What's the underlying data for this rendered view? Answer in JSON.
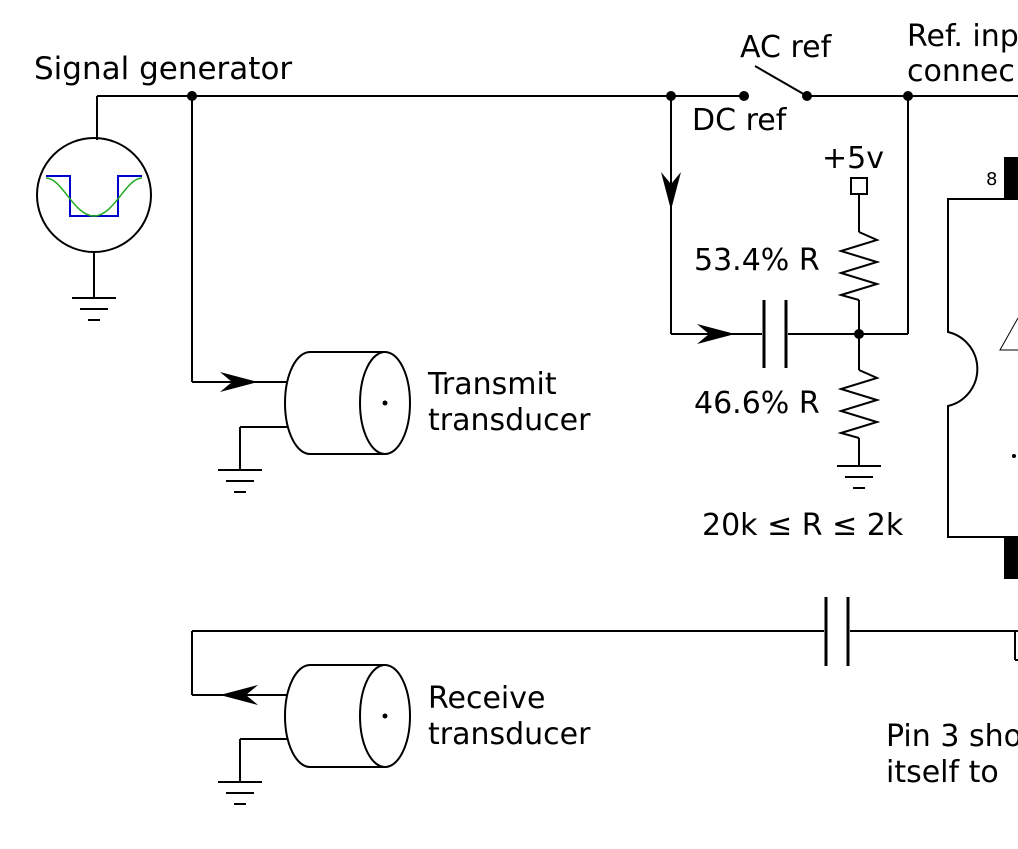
{
  "labels": {
    "signal_generator": "Signal generator",
    "ac_ref": "AC ref",
    "dc_ref": "DC ref",
    "ref_input_line1": "Ref. inp",
    "ref_input_line2": "connec",
    "plus_5v": "+5v",
    "r_top": "53.4% R",
    "r_bottom": "46.6% R",
    "r_range": "20k ≤ R ≤ 2k",
    "transmit_line1": "Transmit",
    "transmit_line2": "transducer",
    "receive_line1": "Receive",
    "receive_line2": "transducer",
    "pin_number": "8",
    "pin_note_line1": "Pin 3 sho",
    "pin_note_line2": "itself to"
  },
  "colors": {
    "wire": "#000000",
    "square_wave": "#0000cc",
    "sine_wave": "#22aa22"
  }
}
